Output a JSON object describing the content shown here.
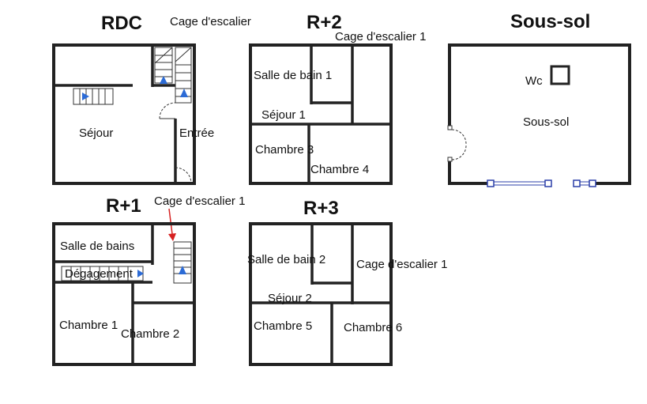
{
  "floors": {
    "rdc": {
      "title": "RDC",
      "rooms": {
        "sejour": "Séjour",
        "entree": "Entrée"
      },
      "stair_label": "Cage d'escalier"
    },
    "r1": {
      "title": "R+1",
      "rooms": {
        "salle_de_bains": "Salle de bains",
        "degagement": "Dégagement",
        "chambre1": "Chambre 1",
        "chambre2": "Chambre 2"
      },
      "stair_label": "Cage d'escalier 1"
    },
    "r2": {
      "title": "R+2",
      "rooms": {
        "salle_de_bain": "Salle de bain 1",
        "sejour": "Séjour 1",
        "chambre3": "Chambre 3",
        "chambre4": "Chambre 4"
      },
      "stair_label": "Cage d'escalier 1"
    },
    "r3": {
      "title": "R+3",
      "rooms": {
        "salle_de_bain": "Salle de bain 2",
        "cage": "Cage d'escalier 1",
        "sejour": "Séjour 2",
        "chambre5": "Chambre 5",
        "chambre6": "Chambre 6"
      }
    },
    "sous_sol": {
      "title": "Sous-sol",
      "rooms": {
        "wc": "Wc",
        "sous_sol": "Sous-sol"
      }
    }
  },
  "colors": {
    "wall": "#222222",
    "stair_arrow": "#2c6bd6",
    "window": "#2b3fa8",
    "pointer_arrow": "#d62020"
  }
}
